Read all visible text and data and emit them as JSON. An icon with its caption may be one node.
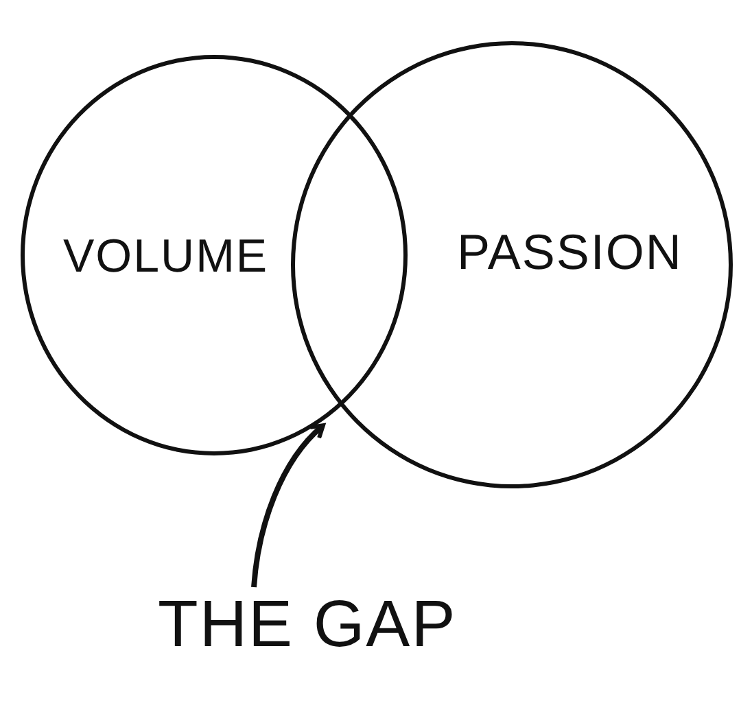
{
  "diagram": {
    "nodes": [
      {
        "text": [
          "VOLUME"
        ]
      },
      {
        "text": [
          "PASSION"
        ]
      },
      {
        "text": [
          "THE GAP"
        ]
      }
    ],
    "edges": [
      {
        "from": 2,
        "to": 0,
        "arrow": "to"
      }
    ]
  }
}
